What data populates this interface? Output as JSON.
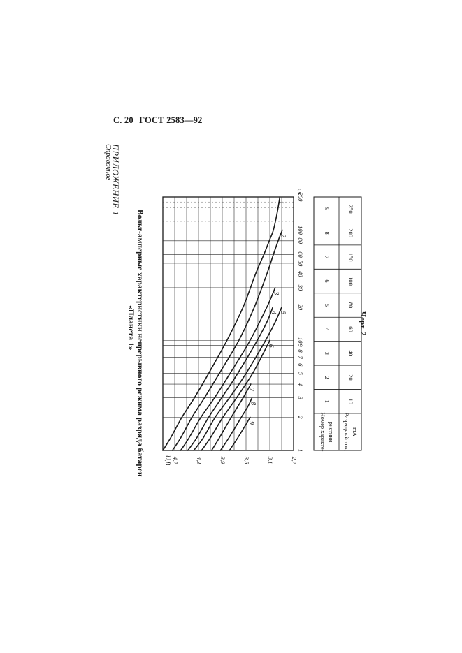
{
  "header": {
    "page": "С. 20",
    "standard": "ГОСТ 2583—92"
  },
  "appendix": {
    "title": "ПРИЛОЖЕНИЕ 1",
    "subtitle": "Справочное"
  },
  "chart_title": {
    "line1": "Вольт-амперные характеристики непрерывного режима разряда батареи",
    "line2": "«Планета 1»"
  },
  "figure_caption": "Черт. 2",
  "colors": {
    "ink": "#1a1a1a",
    "paper": "#ffffff",
    "grid": "#2a2a2a"
  },
  "chart_data": {
    "type": "line",
    "title": "Вольт-амперные характеристики непрерывного режима разряда батареи «Планета 1»",
    "xlabel": "τ,ч",
    "ylabel": "U,В",
    "x_scale": "log",
    "xlim": [
      1,
      200
    ],
    "ylim": [
      2.7,
      4.9
    ],
    "x_ticks": [
      {
        "v": 1,
        "label": "1"
      },
      {
        "v": 2,
        "label": "2"
      },
      {
        "v": 3,
        "label": "3"
      },
      {
        "v": 4,
        "label": "4"
      },
      {
        "v": 5,
        "label": "5"
      },
      {
        "v": 6,
        "label": "6"
      },
      {
        "v": 7,
        "label": "7"
      },
      {
        "v": 8,
        "label": "8"
      },
      {
        "v": 9,
        "label": "9"
      },
      {
        "v": 10,
        "label": "10"
      },
      {
        "v": 20,
        "label": "20"
      },
      {
        "v": 30,
        "label": "30"
      },
      {
        "v": 40,
        "label": "40"
      },
      {
        "v": 50,
        "label": "50"
      },
      {
        "v": 60,
        "label": "60"
      },
      {
        "v": 80,
        "label": "80"
      },
      {
        "v": 100,
        "label": "100"
      },
      {
        "v": 200,
        "label": "200"
      }
    ],
    "y_ticks": [
      {
        "v": 2.7,
        "label": "2,7"
      },
      {
        "v": 3.1,
        "label": "3,1"
      },
      {
        "v": 3.5,
        "label": "3,5"
      },
      {
        "v": 3.9,
        "label": "3,9"
      },
      {
        "v": 4.3,
        "label": "4,3"
      },
      {
        "v": 4.7,
        "label": "4,7"
      }
    ],
    "series": [
      {
        "name": "1",
        "x": [
          1,
          1.3,
          2,
          3,
          5,
          10,
          20,
          40,
          60,
          80,
          100,
          140,
          200
        ],
        "y": [
          4.9,
          4.77,
          4.58,
          4.37,
          4.13,
          3.82,
          3.55,
          3.34,
          3.2,
          3.11,
          3.04,
          2.98,
          2.93
        ]
      },
      {
        "name": "2",
        "x": [
          1,
          1.3,
          2,
          3,
          5,
          10,
          20,
          40,
          60,
          80,
          100
        ],
        "y": [
          4.74,
          4.6,
          4.41,
          4.2,
          3.95,
          3.62,
          3.36,
          3.15,
          3.04,
          2.96,
          2.89
        ]
      },
      {
        "name": "3",
        "x": [
          1,
          1.3,
          2,
          3,
          5,
          10,
          20,
          30
        ],
        "y": [
          4.6,
          4.46,
          4.26,
          4.03,
          3.77,
          3.43,
          3.15,
          3.01
        ]
      },
      {
        "name": "4",
        "x": [
          1,
          1.3,
          2,
          3,
          5,
          10,
          15,
          20
        ],
        "y": [
          4.48,
          4.33,
          4.13,
          3.91,
          3.64,
          3.31,
          3.14,
          3.05
        ]
      },
      {
        "name": "5",
        "x": [
          1,
          1.3,
          2,
          3,
          5,
          10,
          15,
          20
        ],
        "y": [
          4.38,
          4.22,
          4.02,
          3.78,
          3.5,
          3.17,
          3.0,
          2.9
        ]
      },
      {
        "name": "6",
        "x": [
          1,
          1.3,
          2,
          3,
          5,
          8,
          10
        ],
        "y": [
          4.25,
          4.1,
          3.89,
          3.66,
          3.39,
          3.19,
          3.1
        ]
      },
      {
        "name": "7",
        "x": [
          1,
          1.3,
          2,
          3,
          4
        ],
        "y": [
          4.08,
          3.95,
          3.75,
          3.55,
          3.42
        ]
      },
      {
        "name": "8",
        "x": [
          1,
          1.3,
          2,
          2.5,
          3
        ],
        "y": [
          3.93,
          3.79,
          3.58,
          3.47,
          3.4
        ]
      },
      {
        "name": "9",
        "x": [
          1,
          1.3,
          2
        ],
        "y": [
          3.78,
          3.64,
          3.43
        ]
      }
    ],
    "table": {
      "rows": [
        {
          "header": "Номер характе- ристики",
          "cells": [
            "1",
            "2",
            "3",
            "4",
            "5",
            "6",
            "7",
            "8",
            "9"
          ]
        },
        {
          "header": "Разрядный ток, mA",
          "cells": [
            "10",
            "20",
            "40",
            "60",
            "80",
            "100",
            "150",
            "200",
            "250"
          ]
        }
      ]
    }
  }
}
